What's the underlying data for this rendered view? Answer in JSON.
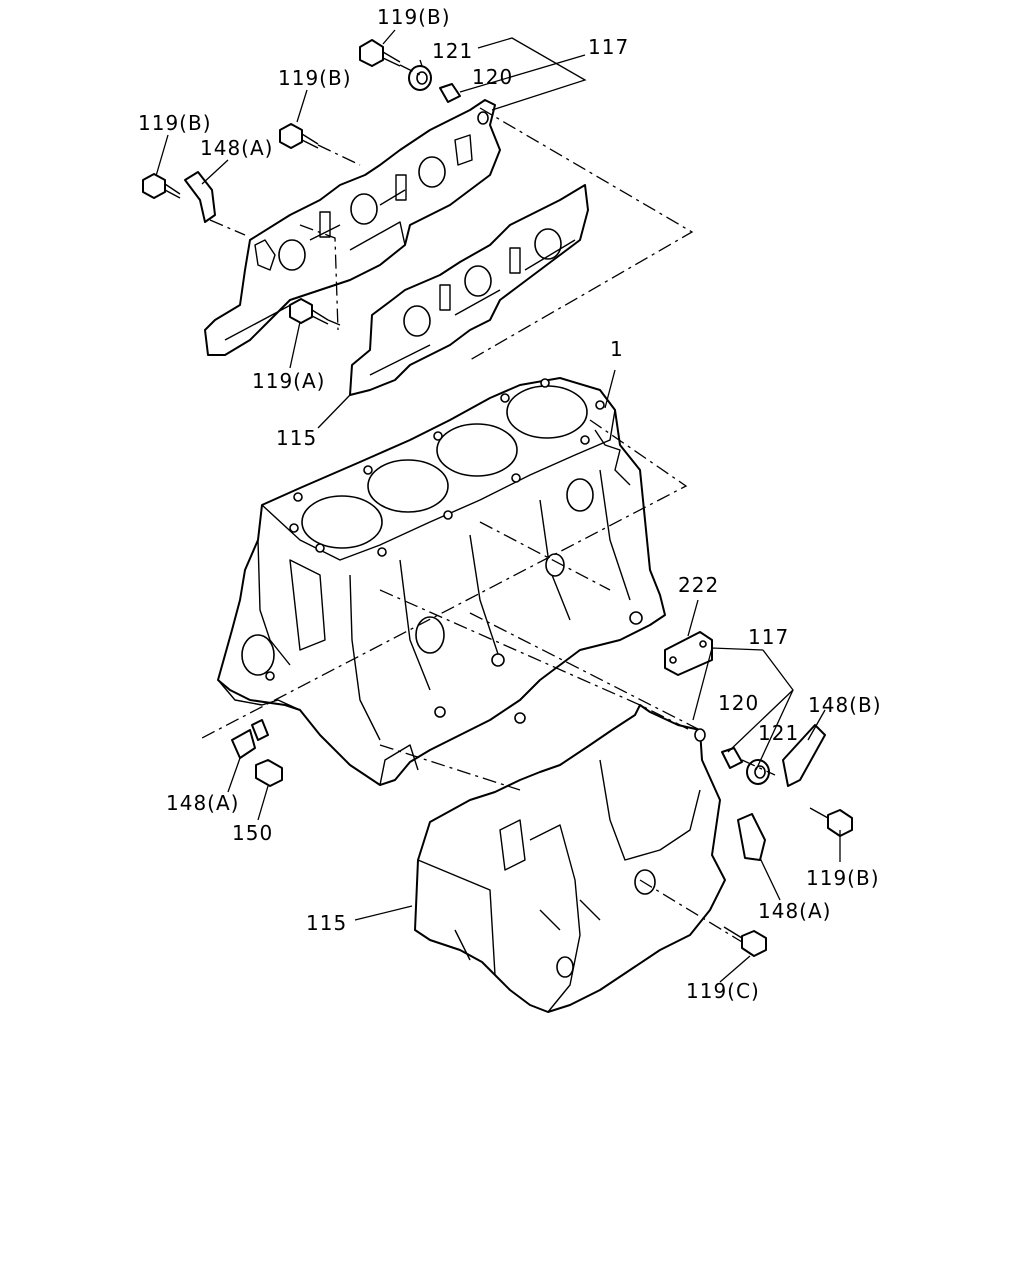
{
  "callouts": {
    "c1": "1",
    "c115_upper": "115",
    "c115_lower": "115",
    "c117_upper": "117",
    "c117_lower": "117",
    "c119b_1": "119(B)",
    "c119b_2": "119(B)",
    "c119b_3": "119(B)",
    "c119b_4": "119(B)",
    "c119a": "119(A)",
    "c119c": "119(C)",
    "c120_upper": "120",
    "c120_lower": "120",
    "c121_upper": "121",
    "c121_lower": "121",
    "c148a_1": "148(A)",
    "c148a_2": "148(A)",
    "c148a_3": "148(A)",
    "c148b": "148(B)",
    "c150": "150",
    "c222": "222"
  }
}
